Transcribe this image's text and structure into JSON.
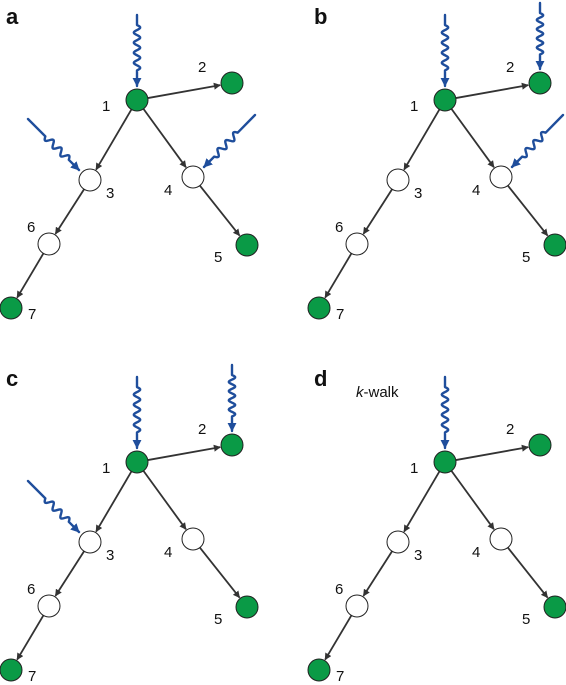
{
  "colors": {
    "active_fill": "#0a9a46",
    "inactive_fill": "#ffffff",
    "node_stroke": "#222222",
    "edge": "#333333",
    "signal": "#1f4e9c"
  },
  "nodes": [
    "1",
    "2",
    "3",
    "4",
    "5",
    "6",
    "7"
  ],
  "edges": [
    [
      "1",
      "2"
    ],
    [
      "1",
      "3"
    ],
    [
      "1",
      "4"
    ],
    [
      "4",
      "5"
    ],
    [
      "3",
      "6"
    ],
    [
      "6",
      "7"
    ]
  ],
  "panels": [
    {
      "letter": "a",
      "caption": "",
      "active": [
        "1",
        "2",
        "5",
        "7"
      ],
      "signals": [
        "1",
        "3",
        "4"
      ]
    },
    {
      "letter": "b",
      "caption": "",
      "active": [
        "1",
        "2",
        "5",
        "7"
      ],
      "signals": [
        "1",
        "2",
        "4"
      ]
    },
    {
      "letter": "c",
      "caption": "",
      "active": [
        "1",
        "2",
        "5",
        "7"
      ],
      "signals": [
        "1",
        "2",
        "3"
      ]
    },
    {
      "letter": "d",
      "caption_italic": "k",
      "caption_rest": "-walk",
      "active": [
        "1",
        "2",
        "5",
        "7"
      ],
      "signals": [
        "1"
      ]
    }
  ]
}
